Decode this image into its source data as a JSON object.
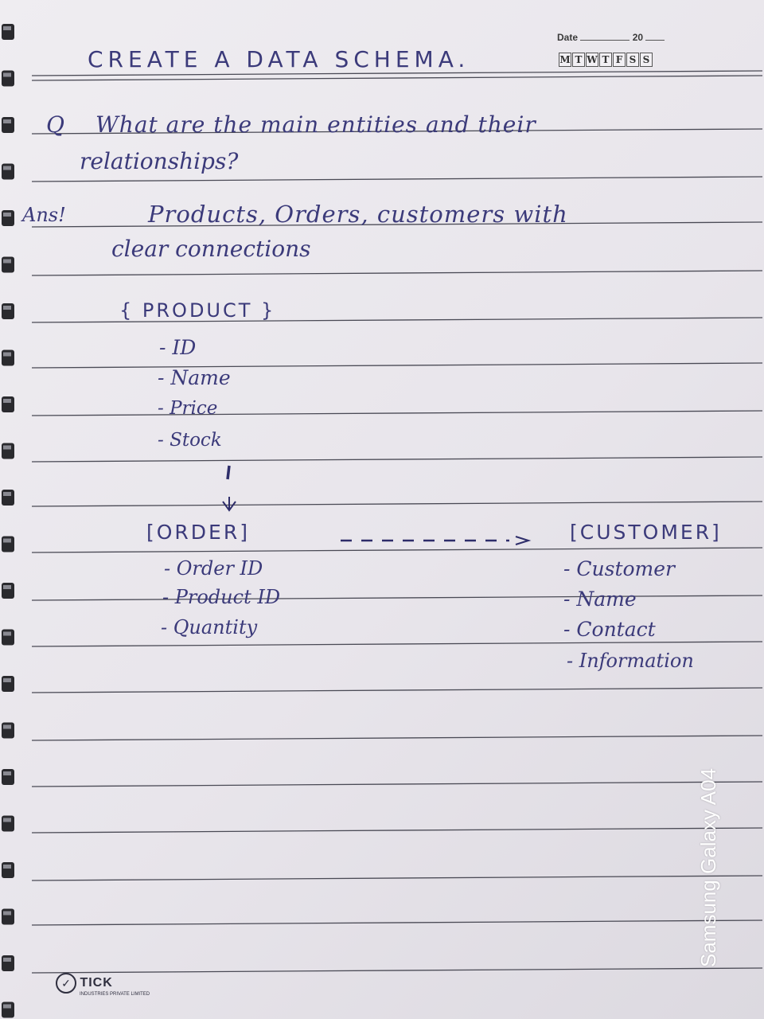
{
  "header": {
    "date_label": "Date",
    "year_prefix": "20",
    "days": [
      "M",
      "T",
      "W",
      "T",
      "F",
      "S",
      "S"
    ]
  },
  "title": "CREATE A DATA SCHEMA.",
  "question": {
    "marker": "Q",
    "line1": "What are the main entities and their",
    "line2": "relationships?"
  },
  "answer": {
    "marker": "Ans!",
    "line1": "Products, Orders, customers with",
    "line2": "clear connections"
  },
  "product": {
    "heading": "{ PRODUCT }",
    "fields": [
      "- ID",
      "- Name",
      "- Price",
      "- Stock"
    ]
  },
  "order": {
    "heading": "[ORDER]",
    "fields": [
      "- Order ID",
      "- Product ID",
      "- Quantity"
    ]
  },
  "customer": {
    "heading": "[CUSTOMER]",
    "fields": [
      "- Customer",
      "- Name",
      "- Contact",
      "- Information"
    ]
  },
  "branding": {
    "logo": "TICK",
    "sub": "INDUSTRIES PRIVATE LIMITED"
  },
  "watermark": "Samsung Galaxy A04",
  "colors": {
    "ink": "#3b3a7a",
    "paper": "#ebe8ee",
    "rule": "#4a4a55"
  }
}
